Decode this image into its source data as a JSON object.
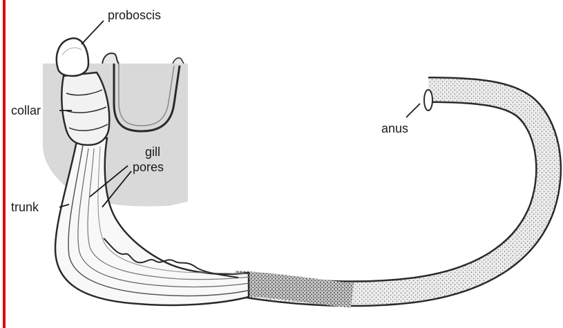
{
  "labels": {
    "proboscis": "proboscis",
    "collar": "collar",
    "gill": "gill",
    "pores": "pores",
    "trunk": "trunk",
    "anus": "anus"
  },
  "colors": {
    "border": "#e00000",
    "burrow": "#d9d9d9",
    "ink": "#2a2a2a",
    "body": "#f4f4f4",
    "texture": "#9a9a9a"
  }
}
